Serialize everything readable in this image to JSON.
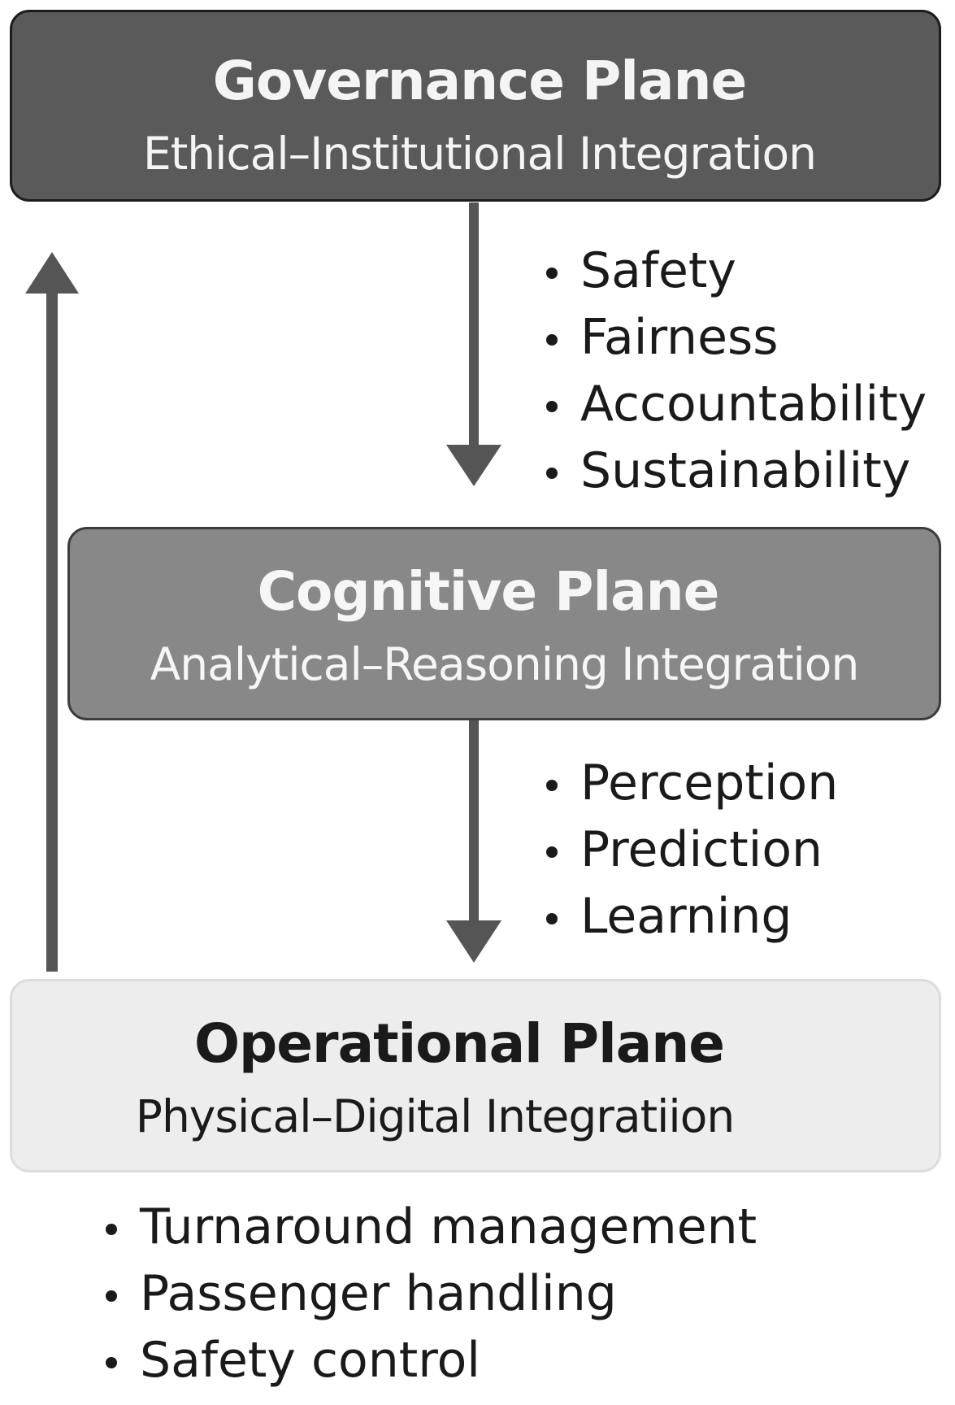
{
  "planes": {
    "governance": {
      "title": "Governance  Plane",
      "subtitle": "Ethical–Institutional Integration",
      "bullets": [
        "Safety",
        "Fairness",
        "Accountability",
        "Sustainability"
      ]
    },
    "cognitive": {
      "title": "Cognitive Plane",
      "subtitle": "Analytical–Reasoning Integration",
      "bullets": [
        "Perception",
        "Prediction",
        "Learning"
      ]
    },
    "operational": {
      "title": "Operational Plane",
      "subtitle": "Physical–Digital Integratiion",
      "bullets": [
        "Turnaround management",
        "Passenger handling",
        "Safety control"
      ]
    }
  },
  "colors": {
    "governance_fill": "#5a5a5a",
    "cognitive_fill": "#888888",
    "operational_fill": "#ededed",
    "arrow": "#555555"
  },
  "icons": {
    "down_arrow": "arrow-down-icon",
    "up_arrow": "arrow-up-icon"
  }
}
